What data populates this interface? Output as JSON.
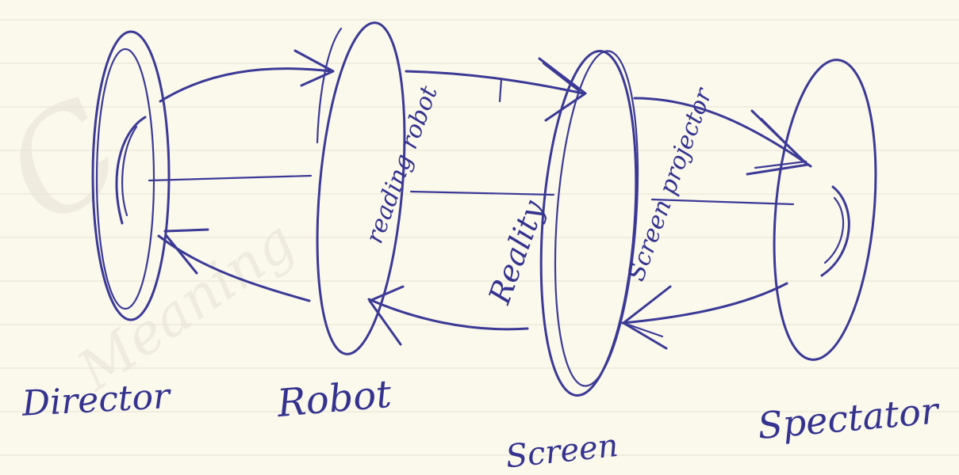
{
  "labels": {
    "director": "Director",
    "robot": "Robot",
    "screen": "Screen",
    "spectator": "Spectator",
    "reading_robot": "reading robot",
    "reality": "Reality",
    "screen_projector": "Screen projector"
  },
  "colors": {
    "ink": "#3b3a96",
    "paper": "#fbf8ec",
    "rule_line": "#e7e4d2"
  }
}
